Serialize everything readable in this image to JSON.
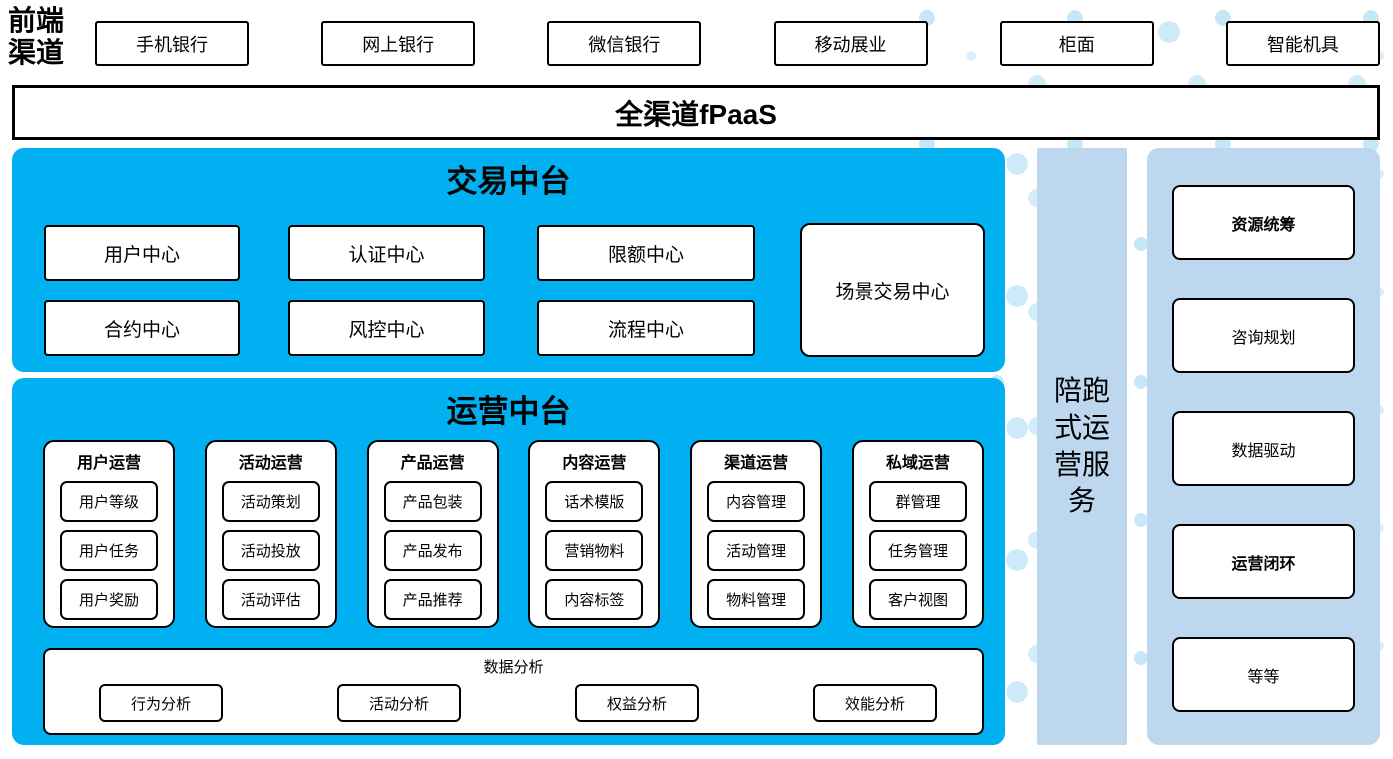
{
  "colors": {
    "primary_blue": "#00B0F0",
    "light_blue": "#BDD7EE",
    "dot_blue": "#CDEAF8",
    "border": "#000000"
  },
  "front_channel": {
    "label": "前端渠道",
    "channels": [
      "手机银行",
      "网上银行",
      "微信银行",
      "移动展业",
      "柜面",
      "智能机具"
    ]
  },
  "fpaas_bar": {
    "label": "全渠道fPaaS"
  },
  "transaction_platform": {
    "title": "交易中台",
    "centers": [
      "用户中心",
      "认证中心",
      "限额中心",
      "合约中心",
      "风控中心",
      "流程中心"
    ],
    "scenario_center": "场景交易中心"
  },
  "operations_platform": {
    "title": "运营中台",
    "columns": [
      {
        "title": "用户运营",
        "items": [
          "用户等级",
          "用户任务",
          "用户奖励"
        ]
      },
      {
        "title": "活动运营",
        "items": [
          "活动策划",
          "活动投放",
          "活动评估"
        ]
      },
      {
        "title": "产品运营",
        "items": [
          "产品包装",
          "产品发布",
          "产品推荐"
        ]
      },
      {
        "title": "内容运营",
        "items": [
          "话术模版",
          "营销物料",
          "内容标签"
        ]
      },
      {
        "title": "渠道运营",
        "items": [
          "内容管理",
          "活动管理",
          "物料管理"
        ]
      },
      {
        "title": "私域运营",
        "items": [
          "群管理",
          "任务管理",
          "客户视图"
        ]
      }
    ],
    "analysis": {
      "title": "数据分析",
      "items": [
        "行为分析",
        "活动分析",
        "权益分析",
        "效能分析"
      ]
    }
  },
  "companion_bar": {
    "label": "陪跑式运营服务"
  },
  "service_panel": {
    "items": [
      {
        "label": "资源统筹",
        "bold": true
      },
      {
        "label": "咨询规划",
        "bold": false
      },
      {
        "label": "数据驱动",
        "bold": false
      },
      {
        "label": "运营闭环",
        "bold": true
      },
      {
        "label": "等等",
        "bold": false
      }
    ]
  }
}
